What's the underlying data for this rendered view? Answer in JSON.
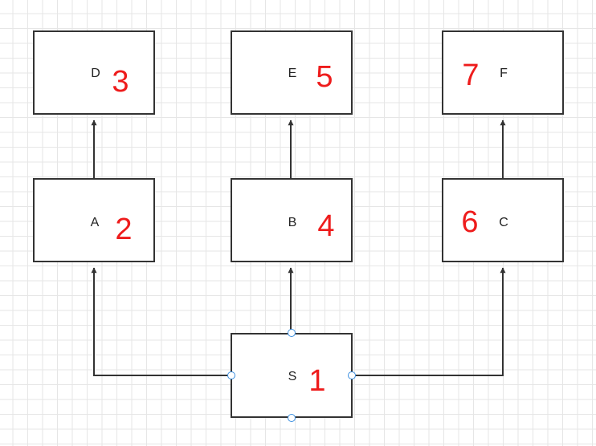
{
  "diagram": {
    "nodes": [
      {
        "id": "D",
        "label": "D",
        "number": "3"
      },
      {
        "id": "E",
        "label": "E",
        "number": "5"
      },
      {
        "id": "F",
        "label": "F",
        "number": "7"
      },
      {
        "id": "A",
        "label": "A",
        "number": "2"
      },
      {
        "id": "B",
        "label": "B",
        "number": "4"
      },
      {
        "id": "C",
        "label": "C",
        "number": "6"
      },
      {
        "id": "S",
        "label": "S",
        "number": "1"
      }
    ],
    "edges": [
      {
        "from": "S",
        "to": "A"
      },
      {
        "from": "S",
        "to": "B"
      },
      {
        "from": "S",
        "to": "C"
      },
      {
        "from": "A",
        "to": "D"
      },
      {
        "from": "B",
        "to": "E"
      },
      {
        "from": "C",
        "to": "F"
      }
    ],
    "colors": {
      "stroke": "#333333",
      "number": "#ee1c1c",
      "handle": "#3b8fe0",
      "grid": "#e6e6e6"
    }
  }
}
